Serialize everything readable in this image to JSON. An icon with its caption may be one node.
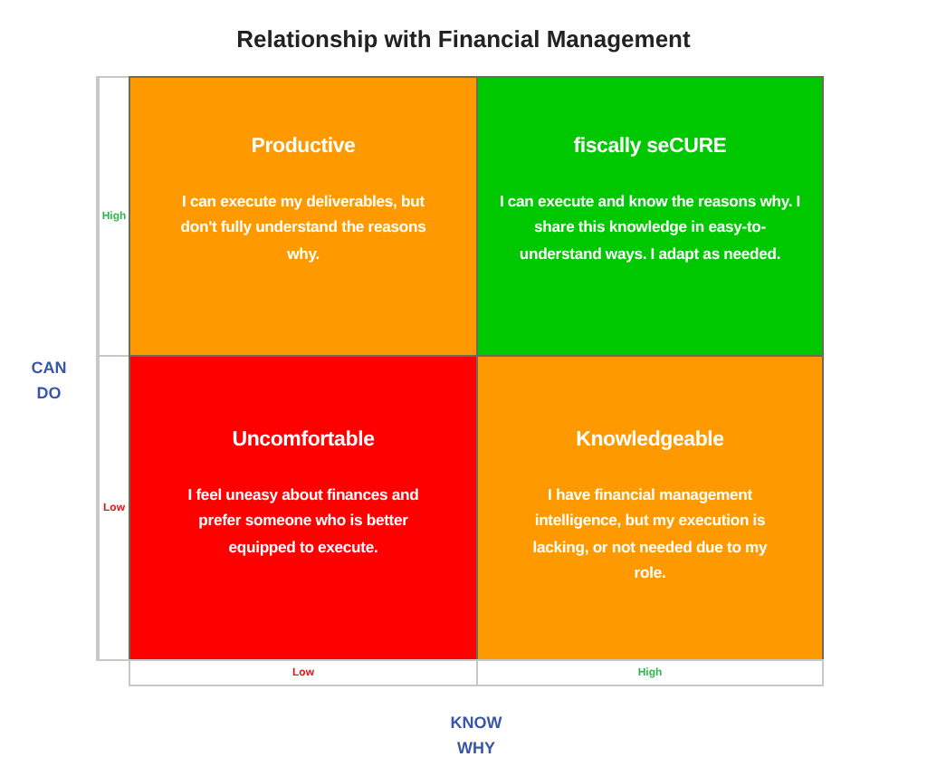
{
  "diagram": {
    "title": "Relationship with Financial Management",
    "nodes": [
      {
        "text": [
          "High"
        ]
      },
      {
        "text": [
          "Productive",
          "I can execute my deliverables, but don't fully understand the reasons why."
        ]
      },
      {
        "text": [
          "fiscally seCURE",
          "I can execute and know the reasons why. I share this knowledge in easy-to-understand ways. I adapt as needed."
        ]
      },
      {
        "text": [
          "Low"
        ]
      },
      {
        "text": [
          "Uncomfortable",
          "I feel uneasy about finances and prefer someone who is better equipped to execute."
        ]
      },
      {
        "text": [
          "Knowledgeable",
          "I have financial management intelligence, but my execution is lacking, or not needed due to my role."
        ]
      },
      {
        "text": [
          "Low"
        ]
      },
      {
        "text": [
          "High"
        ]
      }
    ],
    "labels": [
      "CAN DO",
      "KNOW WHY"
    ]
  }
}
